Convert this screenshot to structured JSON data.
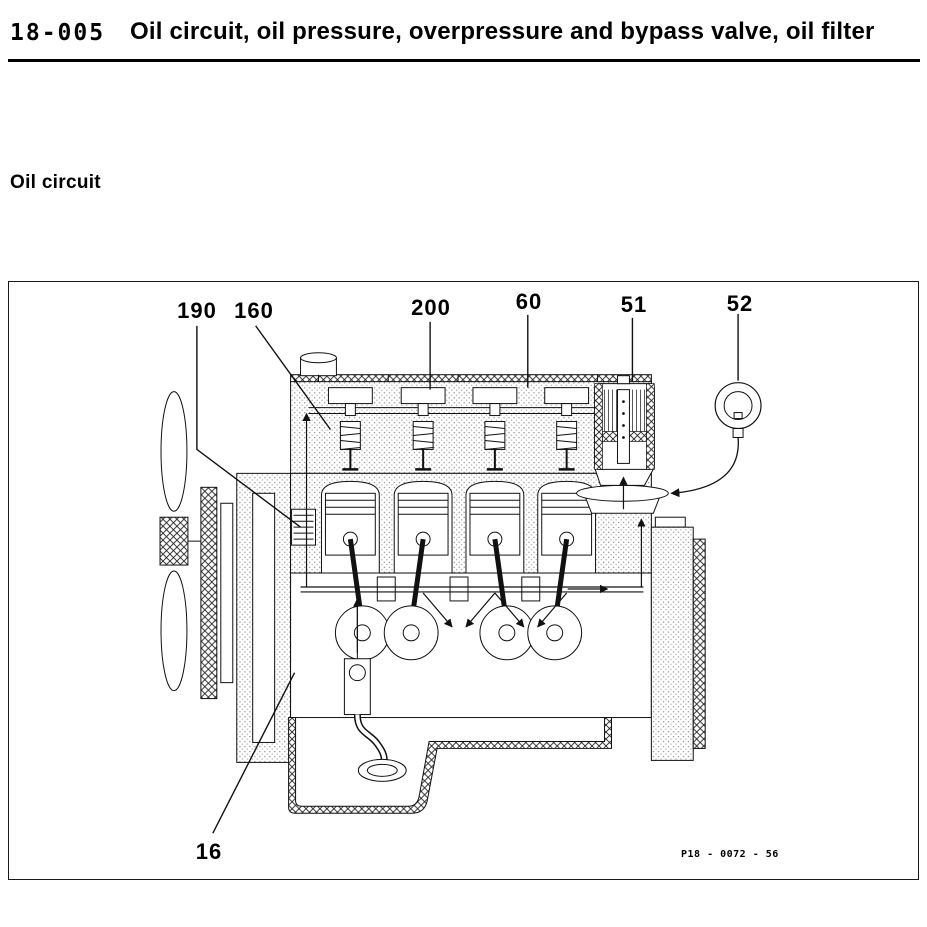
{
  "header": {
    "section_number": "18-005",
    "title": "Oil circuit, oil pressure, overpressure and bypass valve, oil filter"
  },
  "section": {
    "label": "Oil circuit"
  },
  "figure": {
    "reference": "P18 - 0072 - 56",
    "callouts": [
      {
        "label": "190"
      },
      {
        "label": "160"
      },
      {
        "label": "200"
      },
      {
        "label": "60"
      },
      {
        "label": "51"
      },
      {
        "label": "52"
      },
      {
        "label": "16"
      }
    ]
  }
}
